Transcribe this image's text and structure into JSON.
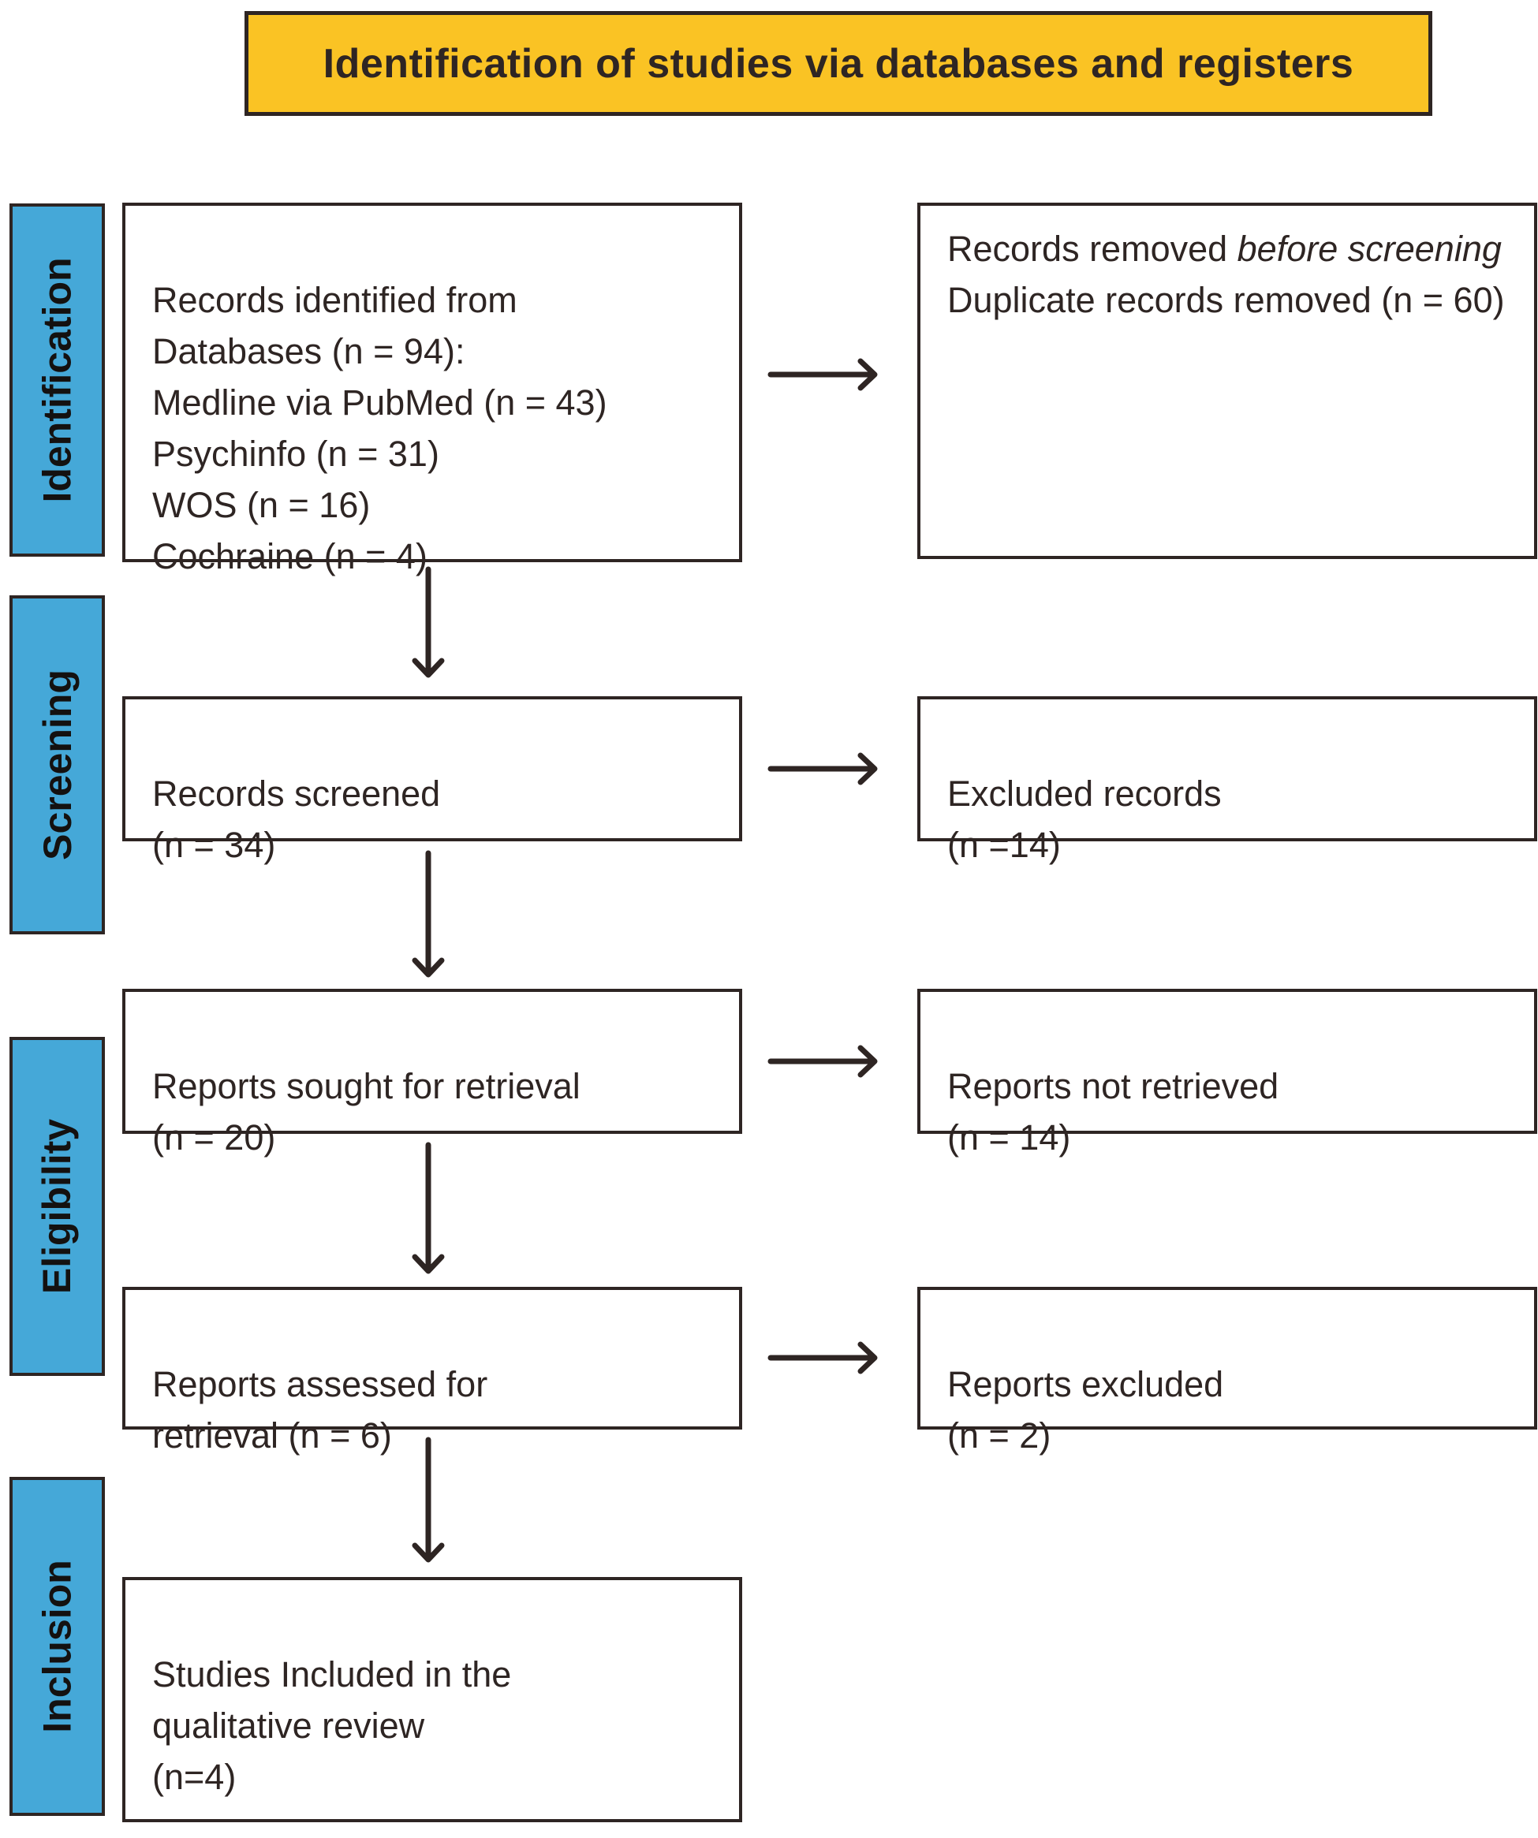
{
  "title": "Identification of studies via databases and registers",
  "colors": {
    "banner_bg": "#FAC324",
    "stage_bg": "#45A8D8",
    "line": "#2E2523"
  },
  "stages": [
    {
      "label": "Identification"
    },
    {
      "label": "Screening"
    },
    {
      "label": "Eligibility"
    },
    {
      "label": "Inclusion"
    }
  ],
  "boxes": {
    "records_identified": "Records identified from\nDatabases (n = 94):\nMedline via PubMed (n = 43)\nPsychinfo (n = 31)\nWOS (n = 16)\nCochraine (n = 4)",
    "records_removed": {
      "part1": "Records removed ",
      "italic": "before screening",
      "part2": " Duplicate records removed (n = 60)"
    },
    "records_screened": "Records screened\n(n = 34)",
    "excluded_records": "Excluded records\n(n =14)",
    "reports_sought": "Reports sought for retrieval\n(n = 20)",
    "reports_not_retrieved": "Reports not retrieved\n(n = 14)",
    "reports_assessed": "Reports assessed for\nretrieval (n = 6)",
    "reports_excluded": "Reports excluded\n(n = 2)",
    "studies_included": "Studies Included in the\nqualitative review\n(n=4)"
  }
}
